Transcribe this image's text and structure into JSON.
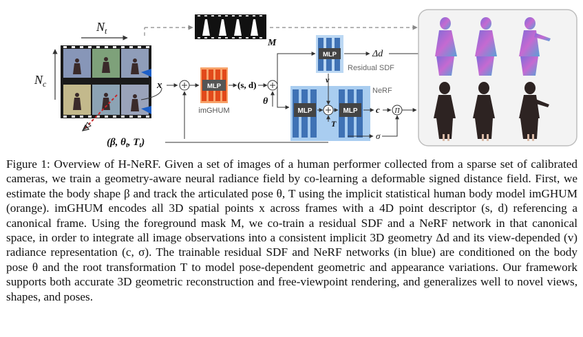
{
  "figure": {
    "label_nt": "N",
    "label_nt_sub": "t",
    "label_nc": "N",
    "label_nc_sub": "c",
    "label_mask": "M",
    "label_x": "x",
    "label_sd": "(s, d)",
    "label_theta": "θ",
    "label_inputs": "(β, θ",
    "label_inputs_sub": "t",
    "label_inputs_mid": ", T",
    "label_inputs_end": ")",
    "label_mlp": "MLP",
    "label_imghum": "imGHUM",
    "label_residual": "Residual SDF",
    "label_nerf": "NeRF",
    "label_delta_d": "Δd",
    "label_v": "v",
    "label_T": "T",
    "label_c": "c",
    "label_sigma": "σ",
    "label_pi": "Π",
    "colors": {
      "imghum": "#ef6a22",
      "residual_bg": "#bcd8f3",
      "nerf_bg": "#a9cdf0",
      "mlp_bar": "#3f72b5",
      "mlp_box": "#4a4a4a",
      "result_bg": "#f2f2f2",
      "video_bg": "#8c9dbf"
    }
  },
  "caption": {
    "line1": "Figure 1: Overview of H-NeRF. Given a set of images of a human performer collected from a sparse",
    "line2": "set of calibrated cameras, we train a geometry-aware neural radiance field by co-learning a deformable",
    "line3": "signed distance field. First, we estimate the body shape β and track the articulated pose θ, T using",
    "line4": "the implicit statistical human body model imGHUM (orange). imGHUM encodes all 3D spatial",
    "line5": "points x across frames with a 4D point descriptor (s, d) referencing a canonical frame. Using the",
    "line6": "foreground mask M, we co-train a residual SDF and a NeRF network in that canonical space, in order",
    "line7": "to integrate all image observations into a consistent implicit 3D geometry Δd and its view-depended",
    "line8": "(v) radiance representation (c, σ). The trainable residual SDF and NeRF networks (in blue) are",
    "line9": "conditioned on the body pose θ and the root transformation T to model pose-dependent geometric",
    "line10": "and appearance variations. Our framework supports both accurate 3D geometric reconstruction and",
    "line11": "free-viewpoint rendering, and generalizes well to novel views, shapes, and poses."
  }
}
